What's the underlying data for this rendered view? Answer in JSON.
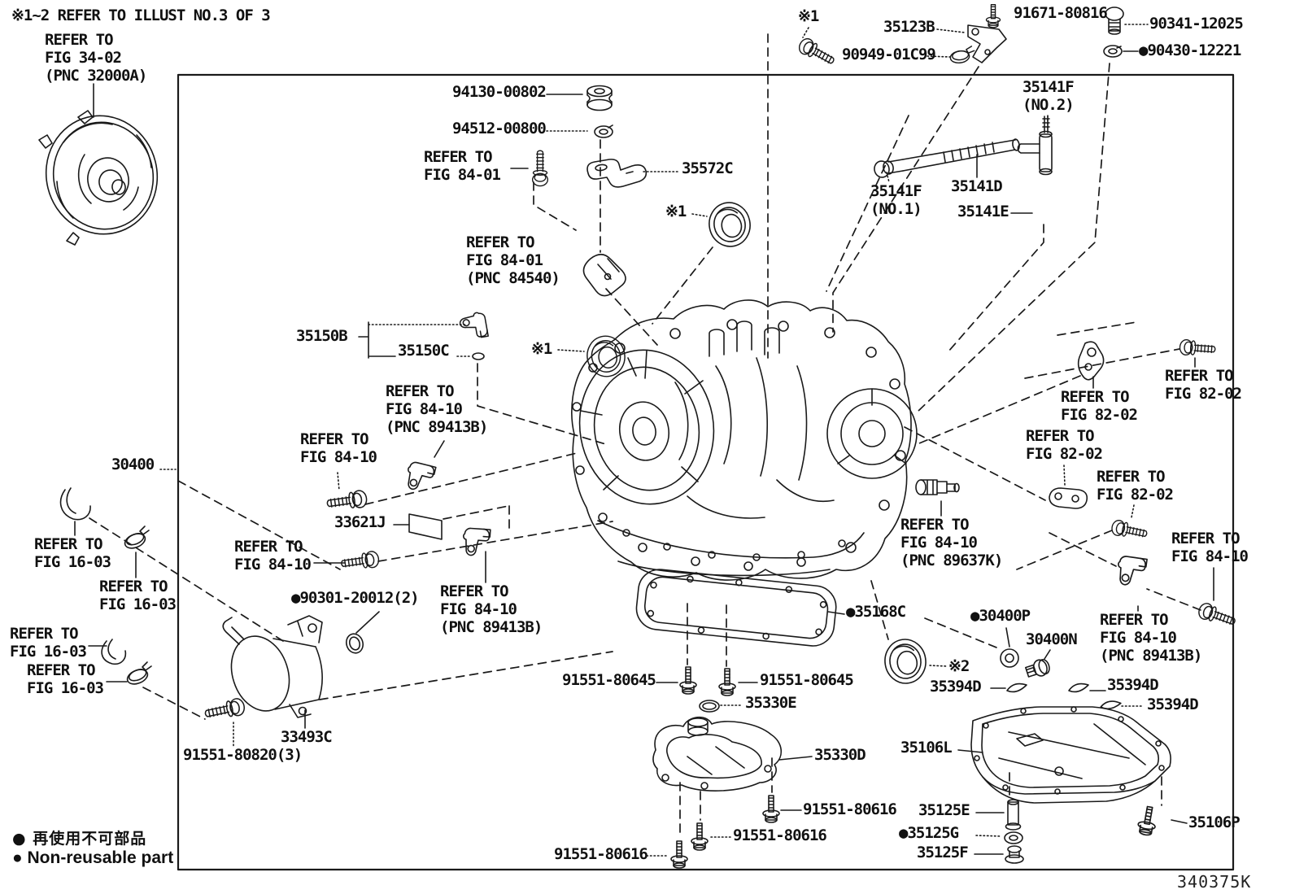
{
  "diagram": {
    "title_note": "※1~2 REFER TO ILLUST NO.3 OF 3",
    "code": "340375K",
    "legend": {
      "jp": "● 再使用不可部品",
      "en": "● Non-reusable part"
    },
    "non_reusable_bullet": "●",
    "colors": {
      "line": "#1a1a1a",
      "background": "#ffffff"
    }
  },
  "parts_art": [
    "torque-converter",
    "transaxle-case",
    "pan-gasket",
    "oil-strainer",
    "oil-pan",
    "oil-cooler",
    "shift-linkage",
    "oil-seal",
    "speed-sensor",
    "bolt",
    "washer",
    "clamp",
    "hose"
  ],
  "labels": {
    "note": {
      "text": "※1~2 REFER TO ILLUST NO.3 OF 3"
    },
    "fig34": {
      "text": "REFER TO\nFIG 34-02\n(PNC 32000A)"
    },
    "p94130": {
      "text": "94130-00802"
    },
    "p94512": {
      "text": "94512-00800"
    },
    "fig8401a": {
      "text": "REFER TO\nFIG 84-01"
    },
    "p35572C": {
      "text": "35572C"
    },
    "star1top": {
      "text": "※1"
    },
    "p35123B": {
      "text": "35123B"
    },
    "p91671": {
      "text": "91671-80816"
    },
    "p90949": {
      "text": "90949-01C99"
    },
    "p90341": {
      "text": "90341-12025"
    },
    "p90430": {
      "text": "●90430-12221"
    },
    "p35141F2": {
      "text": "35141F\n (NO.2)"
    },
    "p35141D": {
      "text": "35141D"
    },
    "p35141F1": {
      "text": "35141F\n (NO.1)"
    },
    "p35141E": {
      "text": "35141E"
    },
    "fig8401b": {
      "text": "REFER TO\nFIG 84-01\n(PNC 84540)"
    },
    "star1mid": {
      "text": "※1"
    },
    "p35150B": {
      "text": "35150B"
    },
    "p35150C": {
      "text": "35150C"
    },
    "star1seal": {
      "text": "※1"
    },
    "fig8410_89413B_a": {
      "text": "REFER TO\nFIG 84-10\n(PNC 89413B)"
    },
    "fig8410_b": {
      "text": "REFER TO\nFIG 84-10"
    },
    "p30400": {
      "text": "30400"
    },
    "p33621J": {
      "text": "33621J"
    },
    "fig8410_c": {
      "text": "REFER TO\nFIG 84-10"
    },
    "fig1603_1": {
      "text": "REFER TO\nFIG 16-03"
    },
    "fig1603_2": {
      "text": "REFER TO\nFIG 16-03"
    },
    "fig1603_3": {
      "text": "REFER TO\nFIG 16-03"
    },
    "fig1603_4": {
      "text": "REFER TO\nFIG 16-03"
    },
    "p90301": {
      "text": "●90301-20012(2)"
    },
    "fig8410_89413B_b": {
      "text": "REFER TO\nFIG 84-10\n(PNC 89413B)"
    },
    "p33493C": {
      "text": "33493C"
    },
    "p80820": {
      "text": "91551-80820(3)"
    },
    "p80645L": {
      "text": "91551-80645"
    },
    "p80645R": {
      "text": "91551-80645"
    },
    "p35330E": {
      "text": "35330E"
    },
    "p35330D": {
      "text": "35330D"
    },
    "p80616R": {
      "text": "91551-80616"
    },
    "p80616M": {
      "text": "91551-80616"
    },
    "p80616L": {
      "text": "91551-80616"
    },
    "p35168C": {
      "text": "●35168C"
    },
    "p30400P": {
      "text": "●30400P"
    },
    "p30400N": {
      "text": "30400N"
    },
    "star2": {
      "text": "※2"
    },
    "p35394Da": {
      "text": "35394D"
    },
    "p35394Db": {
      "text": "35394D"
    },
    "p35394Dc": {
      "text": "35394D"
    },
    "p35106L": {
      "text": "35106L"
    },
    "p35125E": {
      "text": "35125E"
    },
    "p35125G": {
      "text": "●35125G"
    },
    "p35125F": {
      "text": "35125F"
    },
    "p35106P": {
      "text": "35106P"
    },
    "fig8202_a": {
      "text": "REFER TO\nFIG 82-02"
    },
    "fig8202_b": {
      "text": "REFER TO\nFIG 82-02"
    },
    "fig8202_c": {
      "text": "REFER TO\nFIG 82-02"
    },
    "fig8202_d": {
      "text": "REFER TO\nFIG 82-02"
    },
    "fig8410_89637K": {
      "text": "REFER TO\nFIG 84-10\n(PNC 89637K)"
    },
    "fig8410_d": {
      "text": "REFER TO\nFIG 84-10"
    },
    "fig8410_89413B_c": {
      "text": "REFER TO\nFIG 84-10\n(PNC 89413B)"
    }
  }
}
